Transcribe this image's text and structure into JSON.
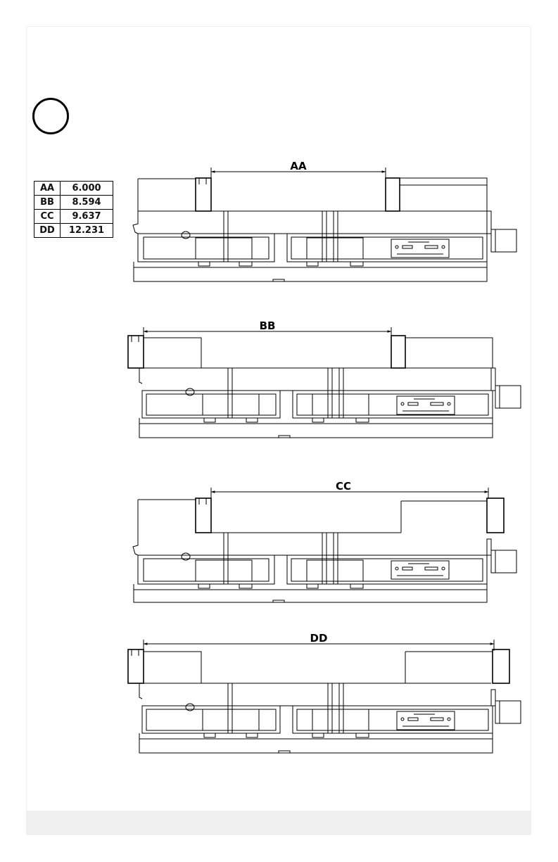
{
  "dimension_table": [
    {
      "label": "AA",
      "value": "6.000"
    },
    {
      "label": "BB",
      "value": "8.594"
    },
    {
      "label": "CC",
      "value": "9.637"
    },
    {
      "label": "DD",
      "value": "12.231"
    }
  ],
  "views": [
    {
      "label": "AA"
    },
    {
      "label": "BB"
    },
    {
      "label": "CC"
    },
    {
      "label": "DD"
    }
  ],
  "colors": {
    "line": "#000000",
    "table_border": "#000000",
    "footer_band": "#f0f0f0"
  }
}
